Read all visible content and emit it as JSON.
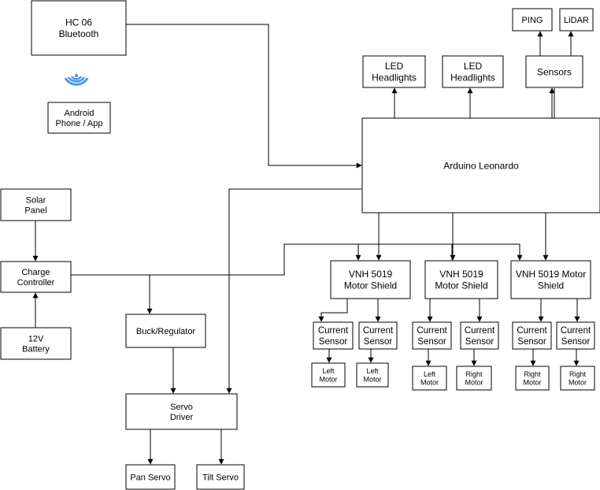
{
  "diagram": {
    "nodes": {
      "hc06": [
        "HC 06",
        "Bluetooth"
      ],
      "android": [
        "Android",
        "Phone / App"
      ],
      "ping": [
        "PING"
      ],
      "lidar": [
        "LiDAR"
      ],
      "sensors": [
        "Sensors"
      ],
      "led1": [
        "LED",
        "Headlights"
      ],
      "led2": [
        "LED",
        "Headlights"
      ],
      "arduino": [
        "Arduino Leonardo"
      ],
      "solar": [
        "Solar",
        "Panel"
      ],
      "charge": [
        "Charge",
        "Controller"
      ],
      "battery": [
        "12V",
        "Battery"
      ],
      "buck": [
        "Buck/Regulator"
      ],
      "servo_driver": [
        "Servo",
        "Driver"
      ],
      "pan": [
        "Pan Servo"
      ],
      "tilt": [
        "Tilt Servo"
      ],
      "vnh1": [
        "VNH 5019",
        "Motor Shield"
      ],
      "vnh2": [
        "VNH 5019",
        "Motor Shield"
      ],
      "vnh3": [
        "VNH 5019 Motor",
        "Shield"
      ],
      "cs1": [
        "Current",
        "Sensor"
      ],
      "cs2": [
        "Current",
        "Sensor"
      ],
      "cs3": [
        "Current",
        "Sensor"
      ],
      "cs4": [
        "Current",
        "Sensor"
      ],
      "cs5": [
        "Current",
        "Sensor"
      ],
      "cs6": [
        "Current",
        "Sensor"
      ],
      "m1": [
        "Left",
        "Motor"
      ],
      "m2": [
        "Left",
        "Motor"
      ],
      "m3": [
        "Left",
        "Motor"
      ],
      "m4": [
        "Right",
        "Motor"
      ],
      "m5": [
        "Right",
        "Motor"
      ],
      "m6": [
        "Right",
        "Motor"
      ]
    },
    "icons": {
      "bluetooth": "wifi-signal-icon",
      "bluetooth_color": "#3a8fd8"
    }
  }
}
